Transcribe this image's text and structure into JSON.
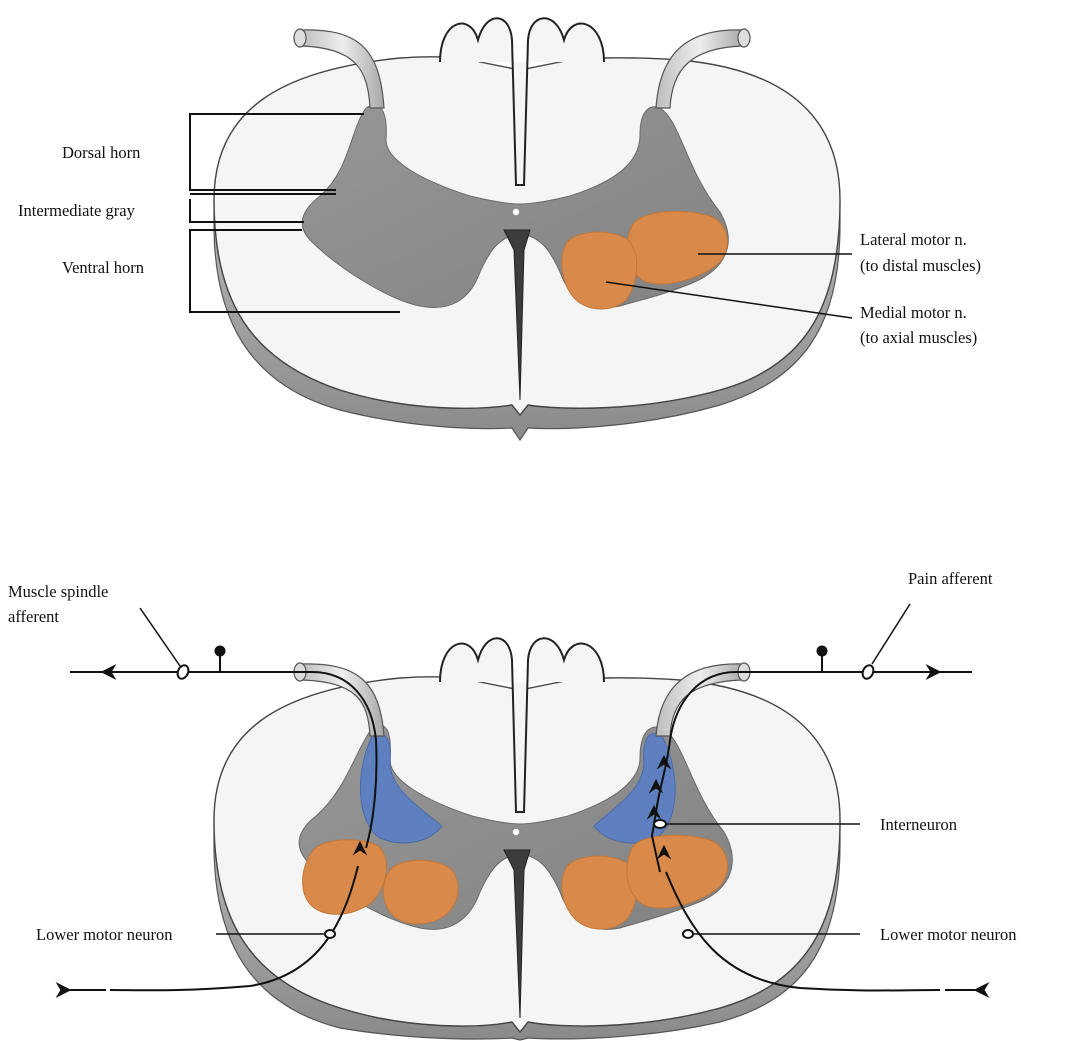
{
  "upper_diagram": {
    "labels": {
      "dorsal_horn": "Dorsal horn",
      "intermediate_gray": "Intermediate gray",
      "ventral_horn": "Ventral horn",
      "lateral_motor_line1": "Lateral motor n.",
      "lateral_motor_line2": "(to distal muscles)",
      "medial_motor_line1": "Medial motor n.",
      "medial_motor_line2": "(to axial muscles)"
    }
  },
  "lower_diagram": {
    "labels": {
      "muscle_spindle_line1": "Muscle spindle",
      "muscle_spindle_line2": "afferent",
      "pain_afferent": "Pain afferent",
      "interneuron": "Interneuron",
      "lower_motor_left": "Lower motor neuron",
      "lower_motor_right": "Lower motor neuron"
    }
  },
  "colors": {
    "white_matter": "#f4f4f4",
    "gray_matter": "#8c8c8c",
    "motor_nuclei": "#d9894a",
    "sensory_region": "#5d7fbf",
    "edge": "#3a3a3a",
    "side_wall": "#9a9a9a"
  }
}
